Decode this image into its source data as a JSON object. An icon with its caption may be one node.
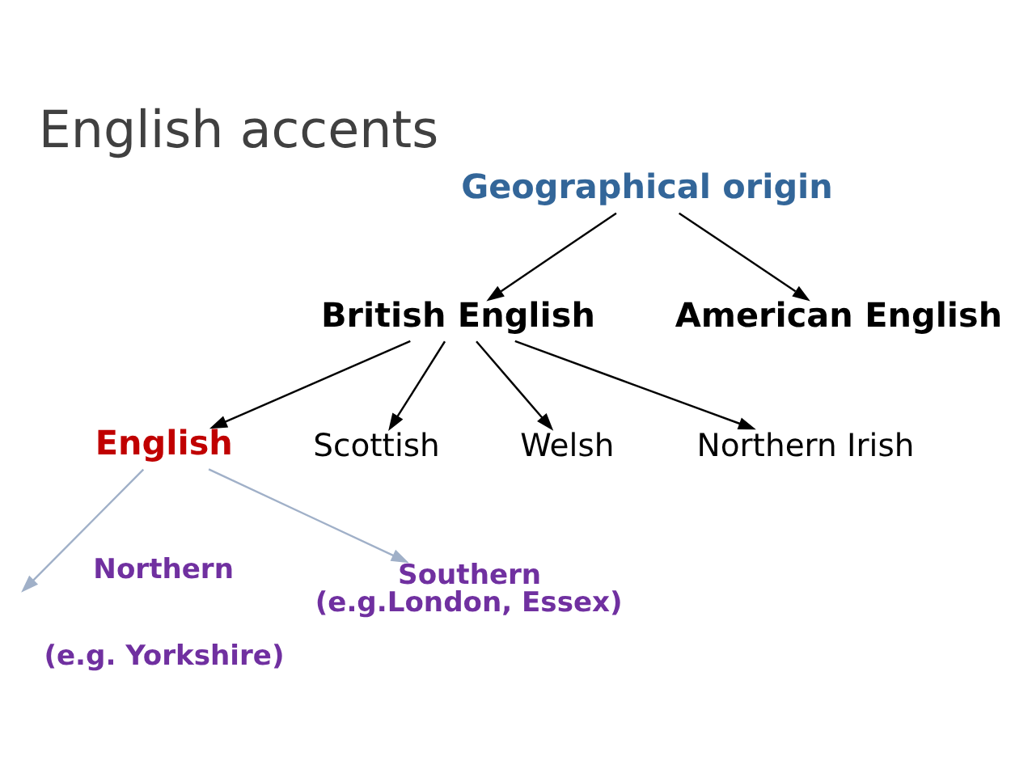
{
  "diagram": {
    "title": "English accents",
    "nodes": [
      {
        "text": [
          "Geographical origin"
        ]
      },
      {
        "text": [
          "British English"
        ]
      },
      {
        "text": [
          "American English"
        ]
      },
      {
        "text": [
          "English"
        ]
      },
      {
        "text": [
          "Scottish"
        ]
      },
      {
        "text": [
          "Welsh"
        ]
      },
      {
        "text": [
          "Northern Irish"
        ]
      },
      {
        "text": [
          "Southern",
          "(e.g.London, Essex)"
        ]
      }
    ],
    "edges": [
      {
        "from": 0,
        "to": 1,
        "arrow": "to"
      },
      {
        "from": 0,
        "to": 2,
        "arrow": "to"
      },
      {
        "from": 1,
        "to": 3,
        "arrow": "to"
      },
      {
        "from": 1,
        "to": 4,
        "arrow": "to"
      },
      {
        "from": 1,
        "to": 5,
        "arrow": "to"
      },
      {
        "from": 1,
        "to": 6,
        "arrow": "to"
      },
      {
        "from": 3,
        "to": null,
        "arrow": "to",
        "color": "#a0b0c8"
      },
      {
        "from": 3,
        "to": 7,
        "arrow": "to",
        "color": "#a0b0c8"
      }
    ],
    "labels": [
      "Northern",
      "(e.g. Yorkshire)"
    ]
  }
}
